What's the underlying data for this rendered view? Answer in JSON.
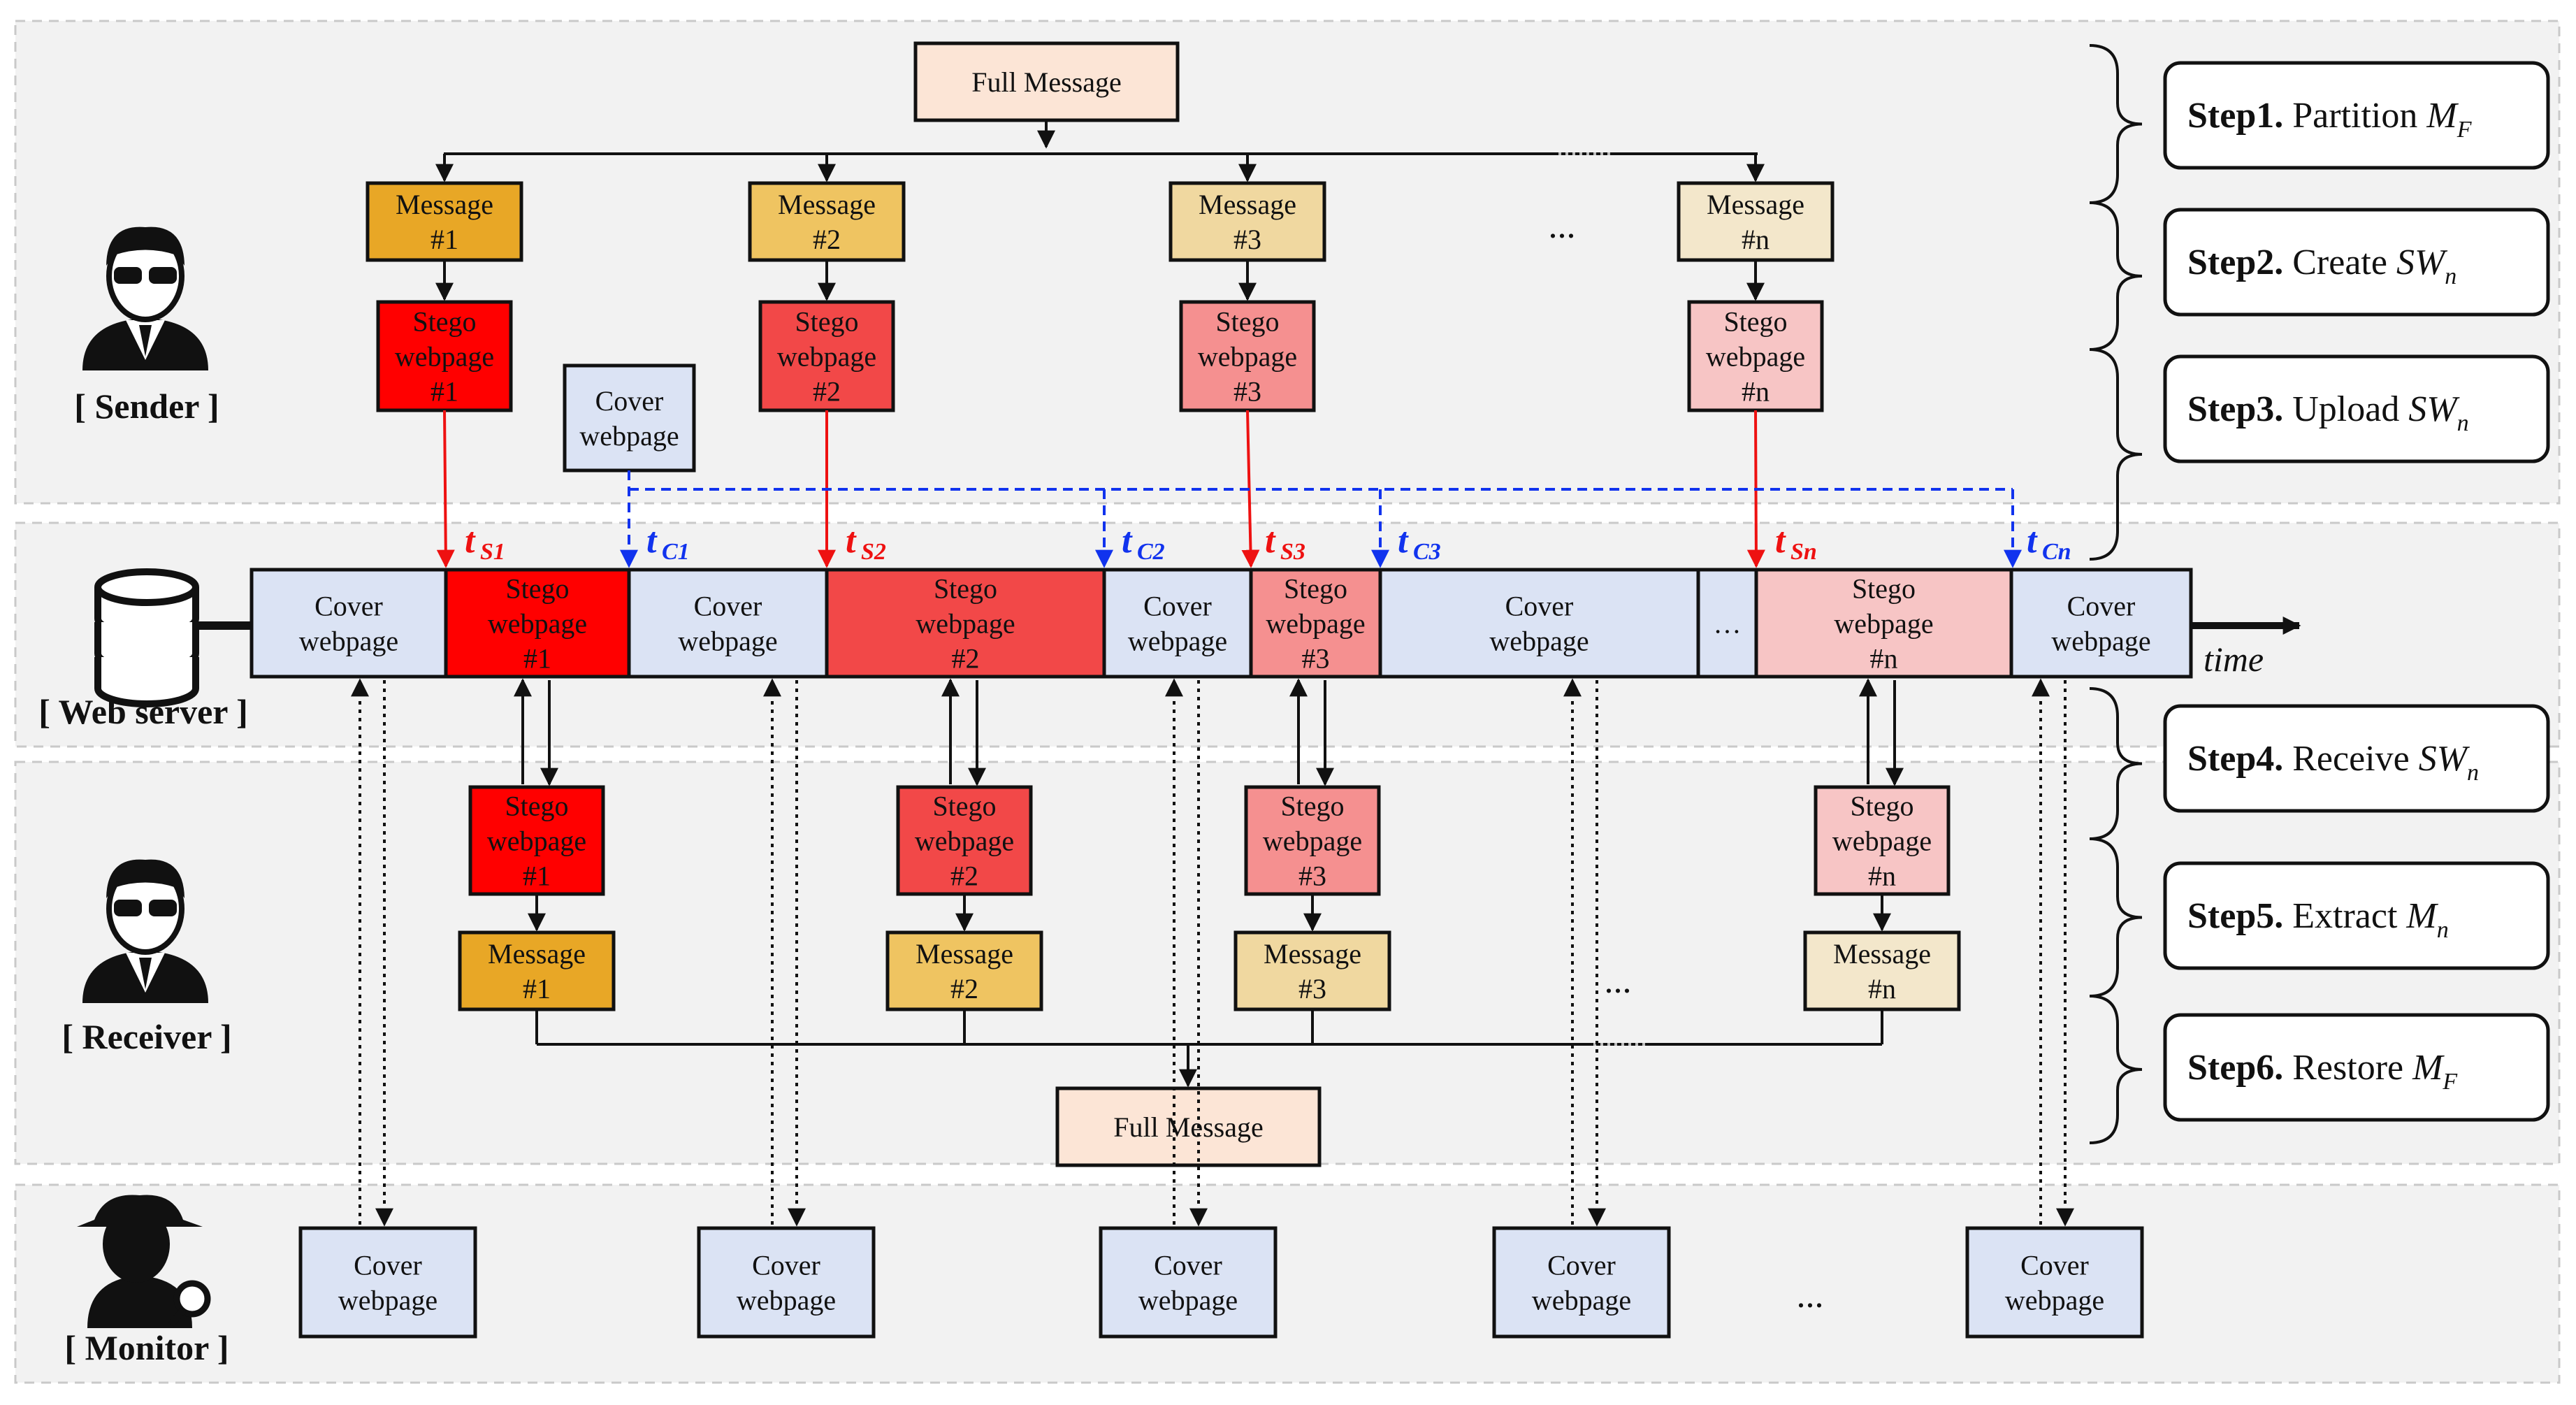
{
  "colors": {
    "cover": "#dbe3f4",
    "stego1": "#ff0000",
    "stego2": "#f24848",
    "stego3": "#f59090",
    "stegon": "#f7c5c5",
    "msg1": "#e8a726",
    "msg2": "#efc461",
    "msg3": "#f0d8a0",
    "msgn": "#f3e7cb",
    "full_message": "#fce5d6",
    "red_arrow": "#ee1111",
    "blue_arrow": "#1133ee"
  },
  "roles": {
    "sender": "[ Sender ]",
    "web_server": "[ Web server ]",
    "receiver": "[ Receiver ]",
    "monitor": "[ Monitor ]"
  },
  "full_message": "Full Message",
  "cover_webpage": [
    "Cover",
    "webpage"
  ],
  "sender_messages": [
    [
      "Message",
      "#1"
    ],
    [
      "Message",
      "#2"
    ],
    [
      "Message",
      "#3"
    ],
    [
      "Message",
      "#n"
    ]
  ],
  "sender_stego": [
    [
      "Stego",
      "webpage",
      "#1"
    ],
    [
      "Stego",
      "webpage",
      "#2"
    ],
    [
      "Stego",
      "webpage",
      "#3"
    ],
    [
      "Stego",
      "webpage",
      "#n"
    ]
  ],
  "ellipsis": "...",
  "ellipsis_short": "…",
  "time_axis_label": "time",
  "time_markers": {
    "ts": [
      "S1",
      "S2",
      "S3",
      "Sn"
    ],
    "tc": [
      "C1",
      "C2",
      "C3",
      "Cn"
    ],
    "letter": "t"
  },
  "steps": [
    {
      "bold": "Step1.",
      "text": " Partition ",
      "var": "M",
      "sub": "F"
    },
    {
      "bold": "Step2.",
      "text": " Create ",
      "var": "SW",
      "sub": "n"
    },
    {
      "bold": "Step3.",
      "text": " Upload ",
      "var": "SW",
      "sub": "n"
    },
    {
      "bold": "Step4.",
      "text": " Receive ",
      "var": "SW",
      "sub": "n"
    },
    {
      "bold": "Step5.",
      "text": " Extract ",
      "var": "M",
      "sub": "n"
    },
    {
      "bold": "Step6.",
      "text": " Restore ",
      "var": "M",
      "sub": "F"
    }
  ]
}
